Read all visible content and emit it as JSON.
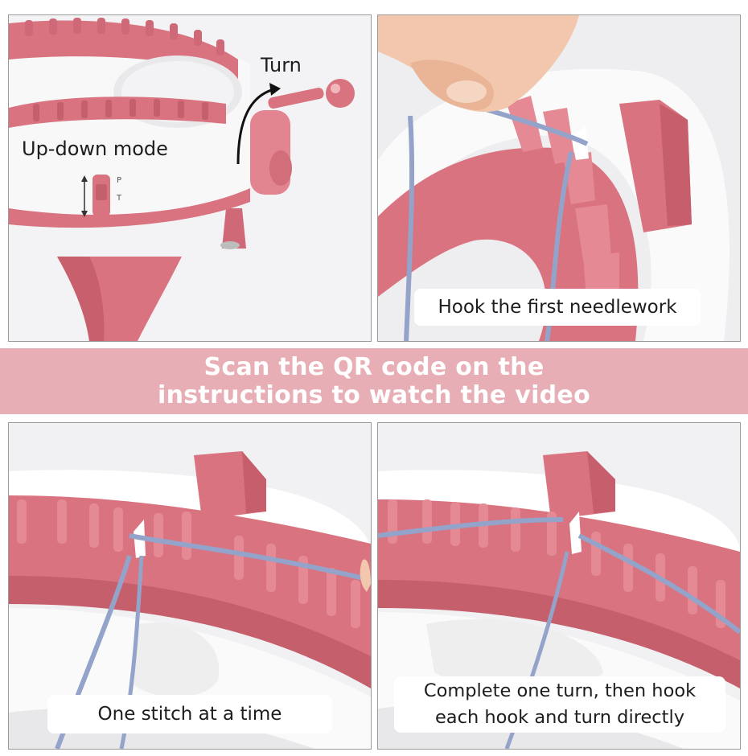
{
  "panels": {
    "top_left": {
      "turn": "Turn",
      "mode": "Up-down mode",
      "switch_marks": [
        "P",
        "T"
      ]
    },
    "top_right": {
      "caption": "Hook the first needlework"
    },
    "bottom_left": {
      "caption": "One stitch at a time"
    },
    "bottom_right": {
      "caption_line1": "Complete one turn, then hook",
      "caption_line2": "each hook and turn directly"
    }
  },
  "banner": {
    "line1": "Scan the QR code on the",
    "line2": "instructions to watch the video"
  },
  "colors": {
    "pink": "#d9737f",
    "banner": "#e8aeb5",
    "yarn": "#93a3c9",
    "white": "#ffffff"
  }
}
